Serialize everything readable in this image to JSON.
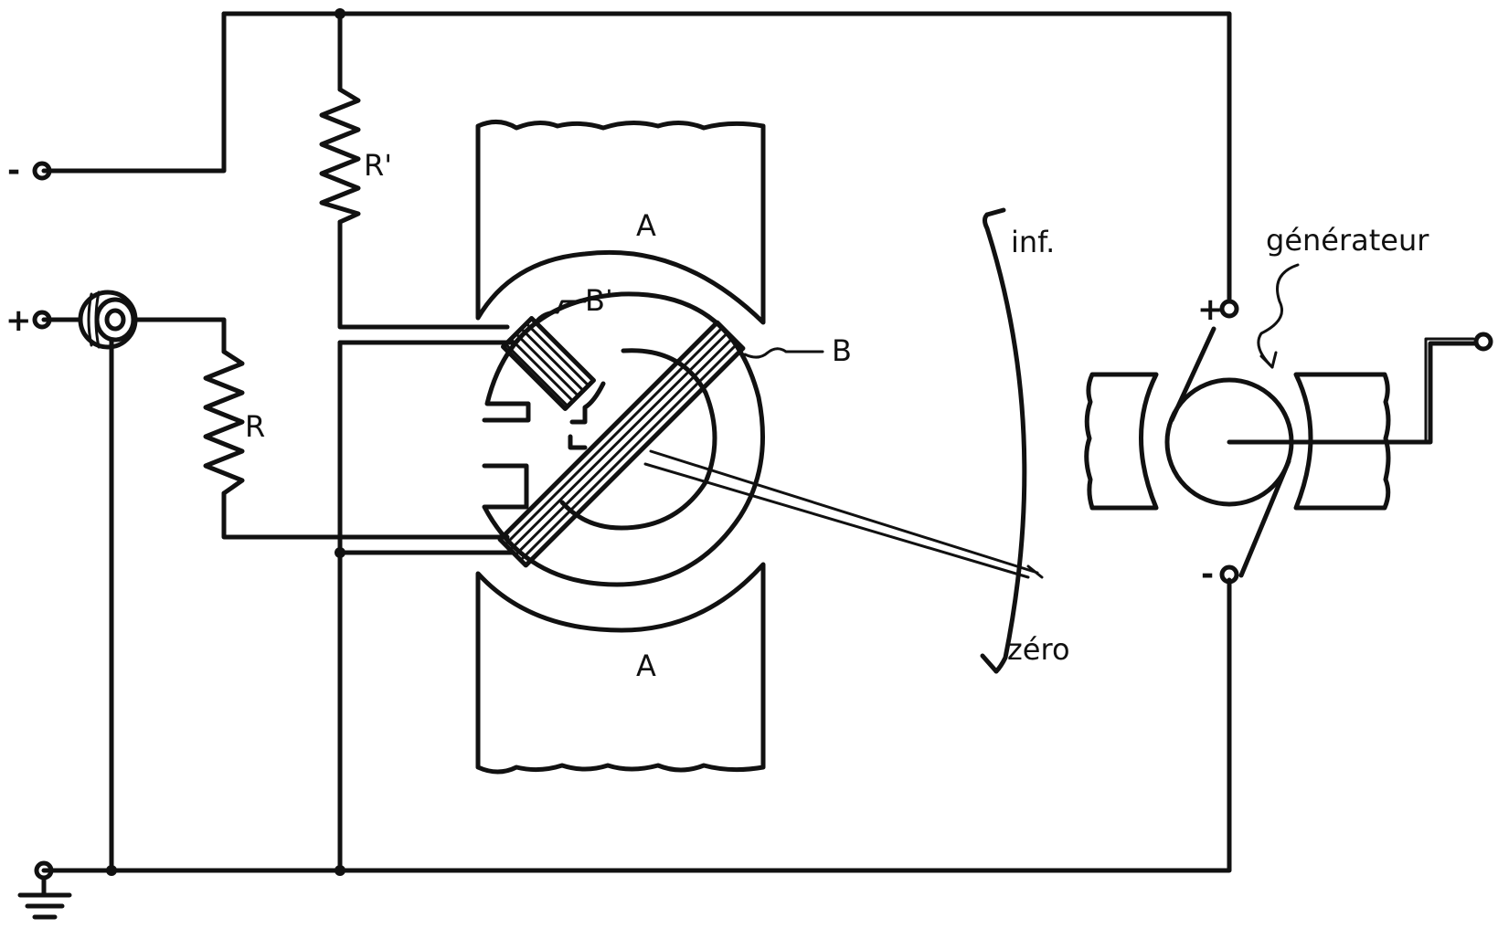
{
  "labels": {
    "minus_terminal": "-",
    "plus_terminal": "+",
    "resistor_top": "R'",
    "resistor_bottom": "R",
    "magnet_top": "A",
    "magnet_bottom": "A",
    "coil_top": "B'",
    "coil_main": "B",
    "scale_top": "inf.",
    "scale_bottom": "zéro",
    "generator": "générateur",
    "gen_plus": "+",
    "gen_minus": "-"
  },
  "colors": {
    "ink": "#111111",
    "paper": "#ffffff"
  }
}
